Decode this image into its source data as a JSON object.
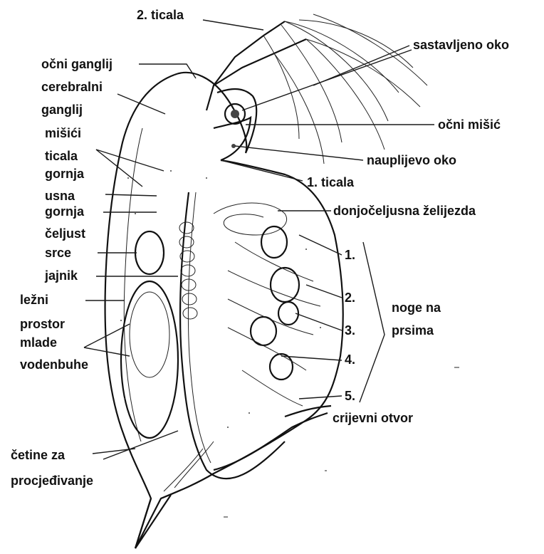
{
  "labels": {
    "antenna2": "2. ticala",
    "compound_eye": "sastavljeno oko",
    "optic_ganglion": "očni ganglij",
    "cerebral_ganglion_1": "cerebralni",
    "cerebral_ganglion_2": "ganglij",
    "eye_muscle": "očni mišić",
    "muscles": "mišići",
    "antennae_upper_1": "ticala",
    "antennae_upper_2": "gornja",
    "nauplius_eye": "nauplijevo oko",
    "antenna1": "1. ticala",
    "lip_1": "usna",
    "lip_2": "gornja",
    "jaw": "čeljust",
    "maxillary_gland": "donjočeljusna želijezda",
    "heart": "srce",
    "leg1": "1.",
    "ovary": "jajnik",
    "leg2": "2.",
    "brood_1": "ležni",
    "brood_2": "prostor",
    "legs_title_1": "noge na",
    "legs_title_2": "prsima",
    "young_1": "mlade",
    "young_2": "vodenbuhe",
    "leg3": "3.",
    "leg4": "4.",
    "leg5": "5.",
    "anus": "crijevni otvor",
    "bristles_1": "četine za",
    "bristles_2": "procjeđivanje"
  }
}
